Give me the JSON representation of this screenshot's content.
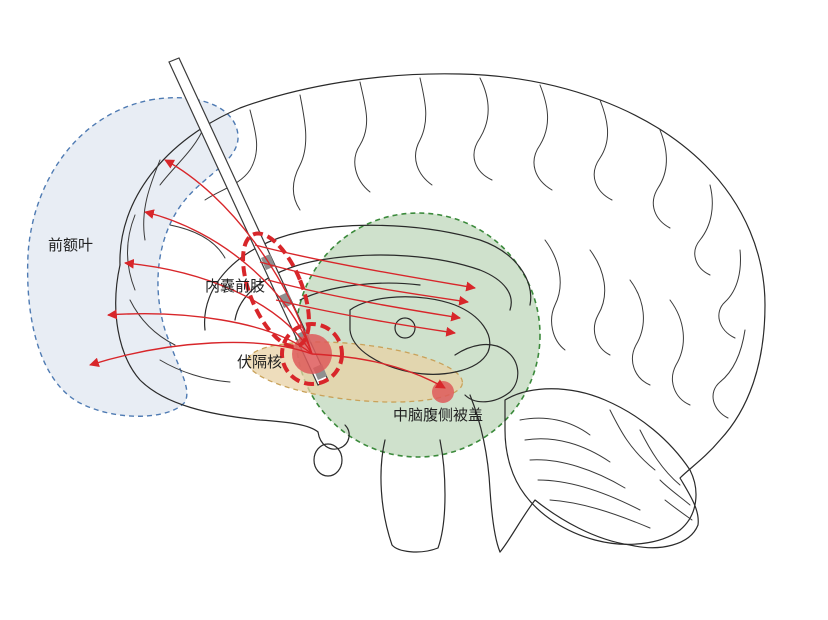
{
  "labels": {
    "prefrontal": "前额叶",
    "internal_capsule": "内囊前肢",
    "nucleus_accumbens": "伏隔核",
    "vta": "中脑腹侧被盖"
  },
  "colors": {
    "prefrontal_fill": "#e8edf4",
    "prefrontal_stroke": "#4f7bb3",
    "midbrain_fill": "#cfe1cc",
    "midbrain_stroke": "#3b8a3b",
    "accumbens_region_fill": "#e8d2a6",
    "accumbens_region_stroke": "#c9a25a",
    "arrow": "#d8262a",
    "target_dash": "#d8262a",
    "nucleus_dot": "#de5a5a"
  },
  "icons": {
    "electrode": "electrode-lead-icon",
    "arrowhead": "arrowhead-icon"
  }
}
